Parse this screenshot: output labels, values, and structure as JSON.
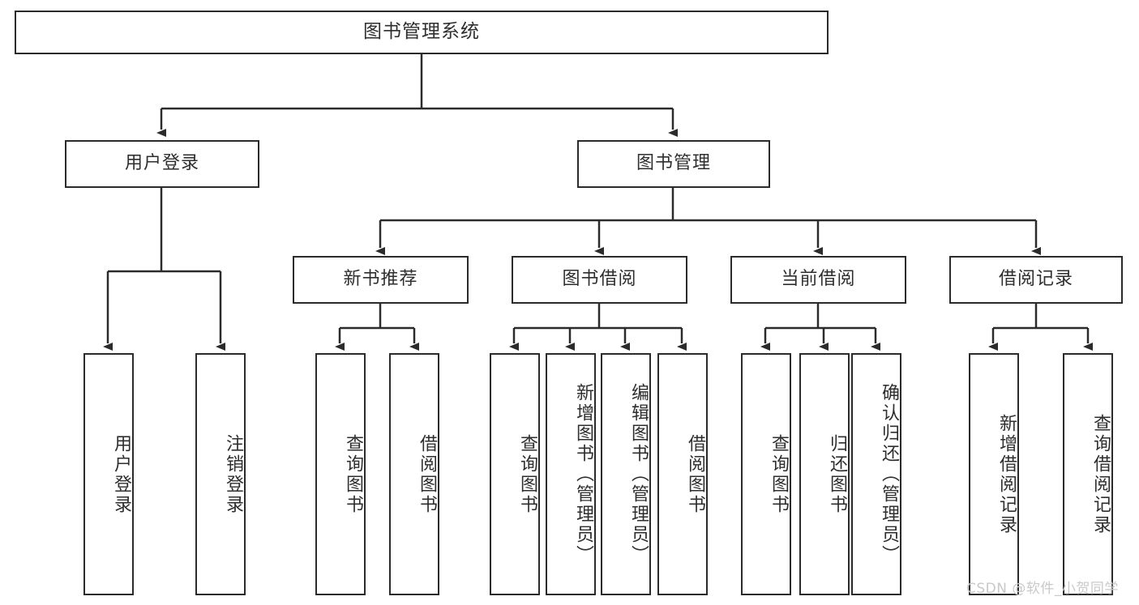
{
  "diagram": {
    "title": "图书管理系统",
    "type": "tree",
    "orientation": "top-down",
    "colors": {
      "box_border": "#2b2b2b",
      "box_fill": "#ffffff",
      "text": "#2e2e2e",
      "connector": "#2b2b2b",
      "watermark": "#c9c9c9",
      "background": "#ffffff"
    },
    "root": {
      "label": "图书管理系统"
    },
    "level1": [
      {
        "label": "用户登录"
      },
      {
        "label": "图书管理"
      }
    ],
    "level2": [
      {
        "label": "新书推荐"
      },
      {
        "label": "图书借阅"
      },
      {
        "label": "当前借阅"
      },
      {
        "label": "借阅记录"
      }
    ],
    "leaves": {
      "user_login": [
        {
          "label": "用户登录"
        },
        {
          "label": "注销登录"
        }
      ],
      "new_book_recommend": [
        {
          "label": "查询图书"
        },
        {
          "label": "借阅图书"
        }
      ],
      "book_borrow": [
        {
          "label": "查询图书"
        },
        {
          "label": "新增图书（管理员）"
        },
        {
          "label": "编辑图书（管理员）"
        },
        {
          "label": "借阅图书"
        }
      ],
      "current_borrow": [
        {
          "label": "查询图书"
        },
        {
          "label": "归还图书"
        },
        {
          "label": "确认归还（管理员）"
        }
      ],
      "borrow_record": [
        {
          "label": "新增借阅记录"
        },
        {
          "label": "查询借阅记录"
        }
      ]
    }
  },
  "watermark": {
    "text": "CSDN @软件_小贺同学"
  }
}
